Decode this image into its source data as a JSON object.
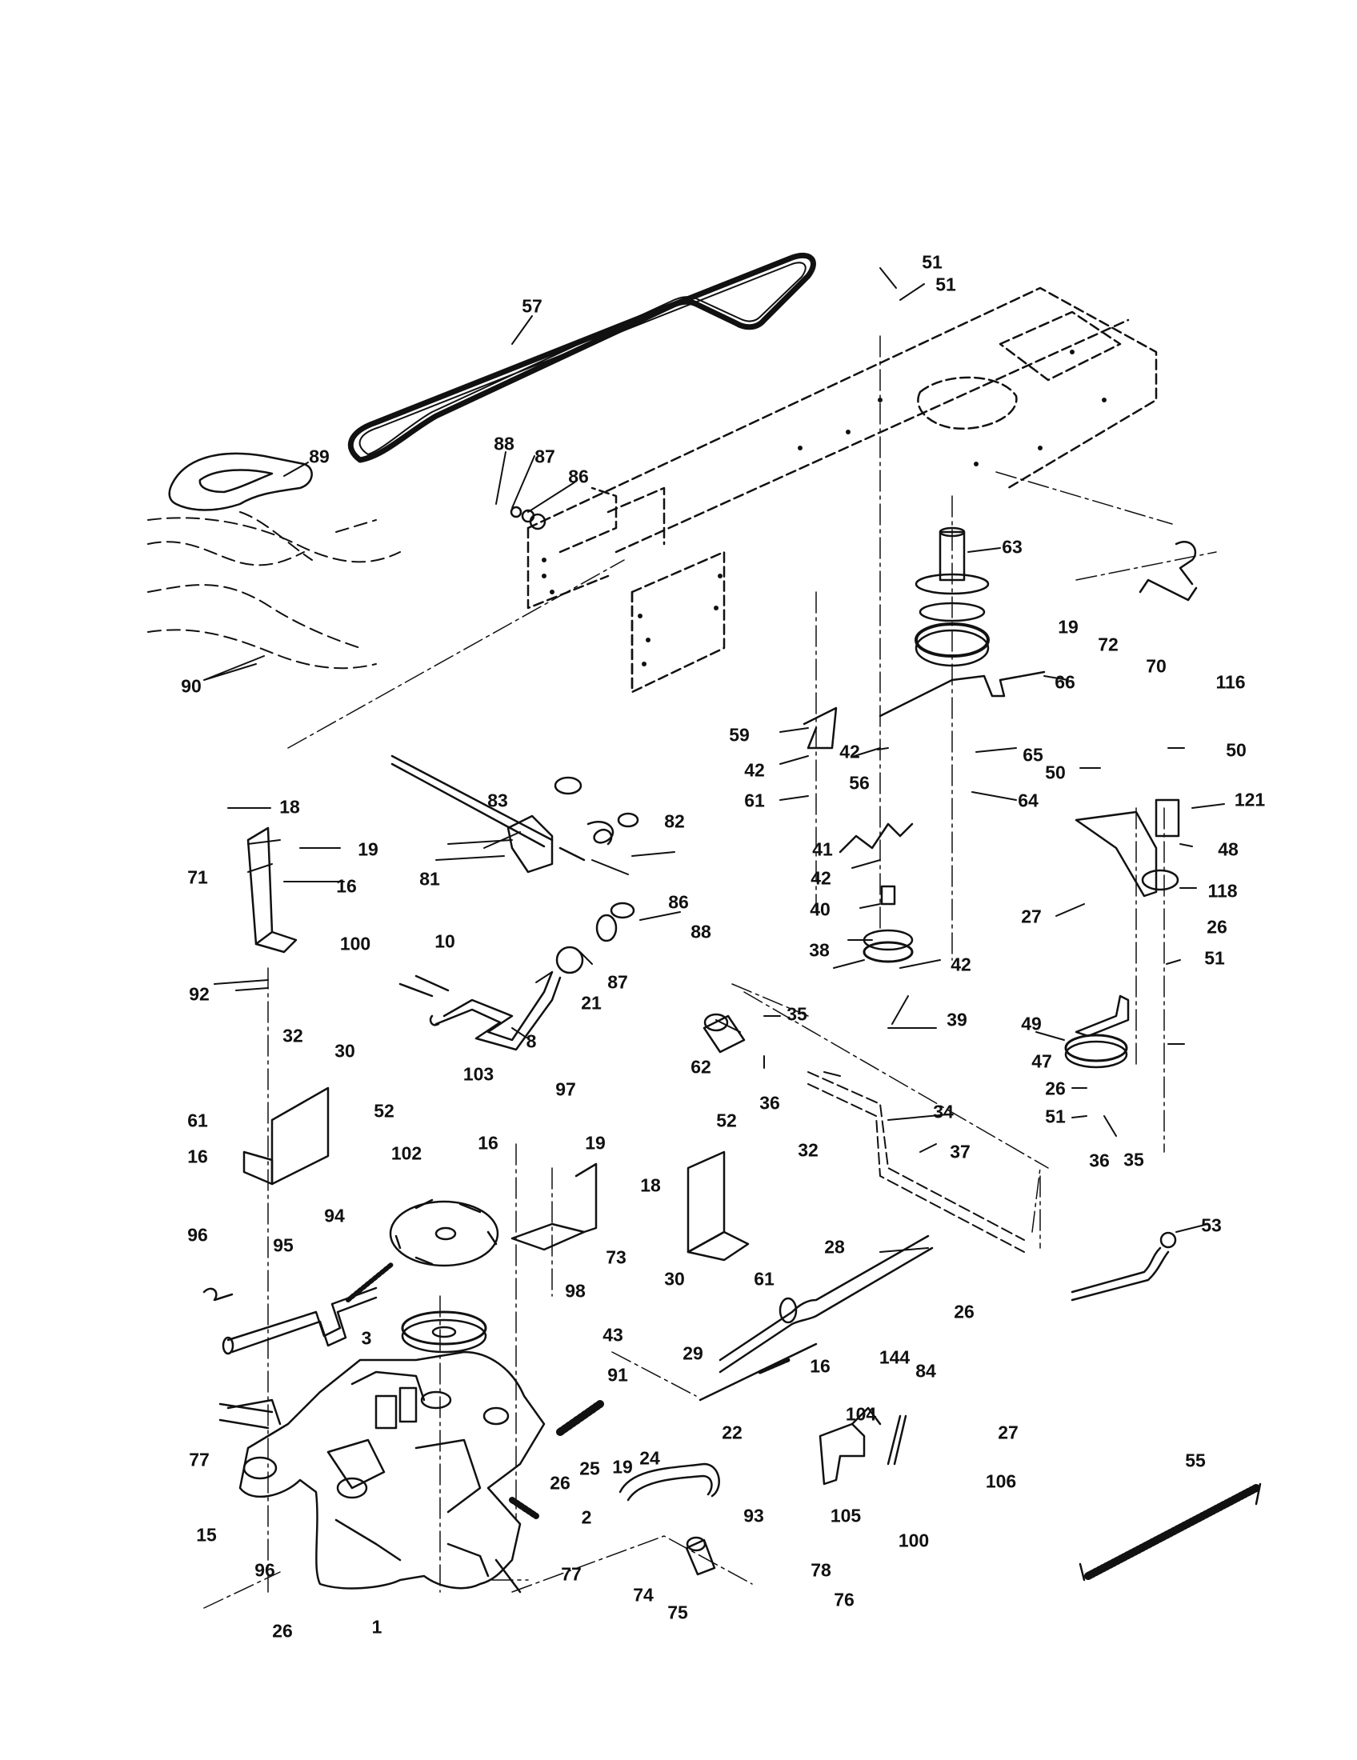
{
  "callouts": {
    "c1": "1",
    "c2": "2",
    "c3": "3",
    "c8": "8",
    "c10": "10",
    "c15": "15",
    "c16a": "16",
    "c16b": "16",
    "c16c": "16",
    "c16d": "16",
    "c18a": "18",
    "c18b": "18",
    "c19a": "19",
    "c19b": "19",
    "c19c": "19",
    "c19d": "19",
    "c21": "21",
    "c22": "22",
    "c24": "24",
    "c25": "25",
    "c26a": "26",
    "c26b": "26",
    "c26c": "26",
    "c26d": "26",
    "c26e": "26",
    "c27a": "27",
    "c27b": "27",
    "c28": "28",
    "c29": "29",
    "c30a": "30",
    "c30b": "30",
    "c32a": "32",
    "c32b": "32",
    "c34": "34",
    "c35a": "35",
    "c35b": "35",
    "c36a": "36",
    "c36b": "36",
    "c37": "37",
    "c38": "38",
    "c39": "39",
    "c40": "40",
    "c41": "41",
    "c42a": "42",
    "c42b": "42",
    "c42c": "42",
    "c42d": "42",
    "c43": "43",
    "c47": "47",
    "c48": "48",
    "c49": "49",
    "c50a": "50",
    "c50b": "50",
    "c51a": "51",
    "c51b": "51",
    "c51c": "51",
    "c51d": "51",
    "c52a": "52",
    "c52b": "52",
    "c53": "53",
    "c55": "55",
    "c56": "56",
    "c57": "57",
    "c59": "59",
    "c61a": "61",
    "c61b": "61",
    "c61c": "61",
    "c62": "62",
    "c63": "63",
    "c64": "64",
    "c65": "65",
    "c66": "66",
    "c70": "70",
    "c71": "71",
    "c72": "72",
    "c73": "73",
    "c74": "74",
    "c75": "75",
    "c76": "76",
    "c77a": "77",
    "c77b": "77",
    "c78": "78",
    "c81": "81",
    "c82": "82",
    "c83": "83",
    "c84": "84",
    "c86a": "86",
    "c86b": "86",
    "c87a": "87",
    "c87b": "87",
    "c88a": "88",
    "c88b": "88",
    "c89": "89",
    "c90": "90",
    "c91": "91",
    "c92": "92",
    "c93": "93",
    "c94": "94",
    "c95": "95",
    "c96a": "96",
    "c96b": "96",
    "c97": "97",
    "c98": "98",
    "c100a": "100",
    "c100b": "100",
    "c102": "102",
    "c103": "103",
    "c104": "104",
    "c105": "105",
    "c106": "106",
    "c116": "116",
    "c118": "118",
    "c121": "121",
    "c144": "144"
  },
  "colors": {
    "ink": "#111111",
    "paper": "#ffffff"
  }
}
